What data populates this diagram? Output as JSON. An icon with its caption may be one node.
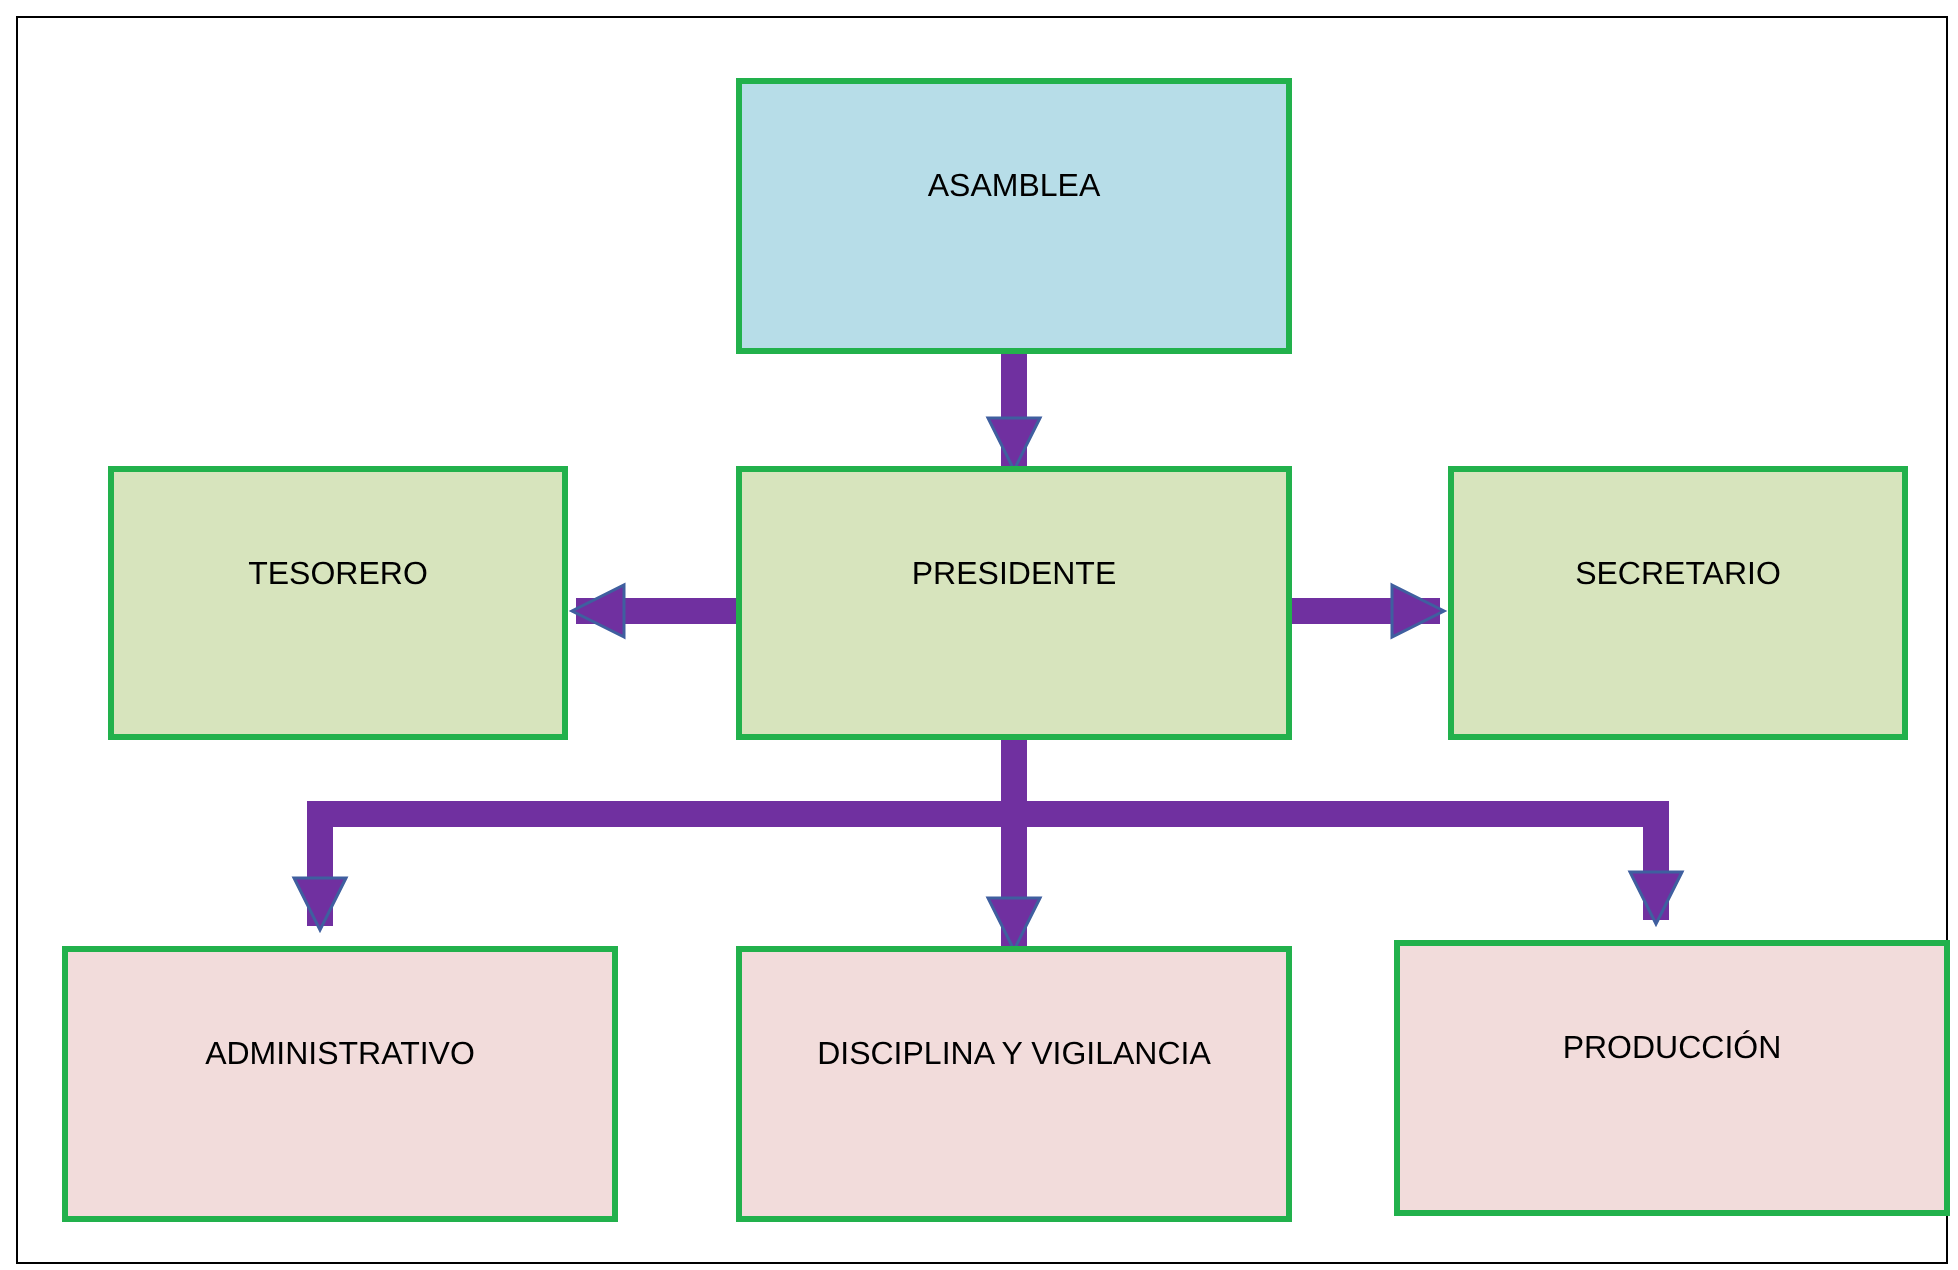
{
  "diagram": {
    "nodes": [
      {
        "text": [
          "ASAMBLEA"
        ]
      },
      {
        "text": [
          "TESORERO"
        ]
      },
      {
        "text": [
          "PRESIDENTE"
        ]
      },
      {
        "text": [
          "SECRETARIO"
        ]
      },
      {
        "text": [
          "ADMINISTRATIVO"
        ]
      },
      {
        "text": [
          "DISCIPLINA Y VIGILANCIA"
        ]
      },
      {
        "text": [
          "PRODUCCIÓN"
        ]
      }
    ],
    "edges": [
      {
        "from": 0,
        "to": 2,
        "arrow": "to"
      },
      {
        "from": 2,
        "to": 1,
        "arrow": "to"
      },
      {
        "from": 2,
        "to": 3,
        "arrow": "to"
      },
      {
        "from": 2,
        "to": 4,
        "arrow": "to"
      },
      {
        "from": 2,
        "to": 5,
        "arrow": "to"
      },
      {
        "from": 2,
        "to": 6,
        "arrow": "to"
      }
    ]
  }
}
